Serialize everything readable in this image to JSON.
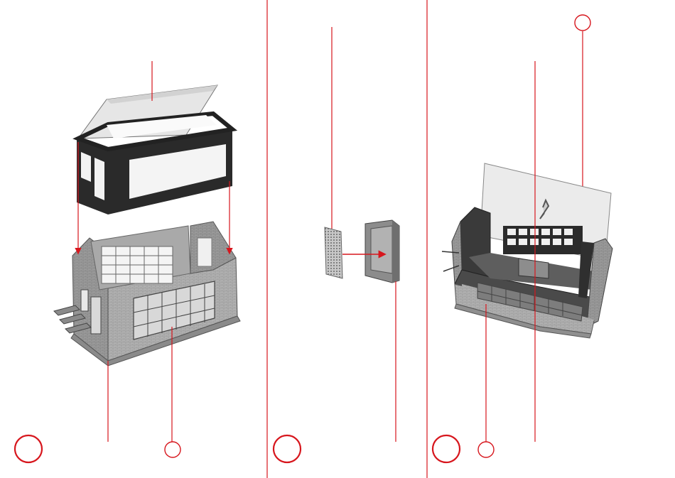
{
  "steps": [
    {
      "number": ""
    },
    {
      "number": ""
    },
    {
      "number": ""
    }
  ],
  "callouts": [
    {
      "label": ""
    },
    {
      "label": ""
    },
    {
      "label": ""
    }
  ],
  "colors": {
    "accent": "#d7161d",
    "outline": "#333333",
    "paper": "#e9e9e9",
    "wall_light": "#bdbdbd",
    "wall_mid": "#9e9e9e",
    "wall_dark": "#555555",
    "frame_black": "#262626"
  },
  "icons": [
    "step-circle",
    "part-callout-circle",
    "insert-arrow"
  ]
}
